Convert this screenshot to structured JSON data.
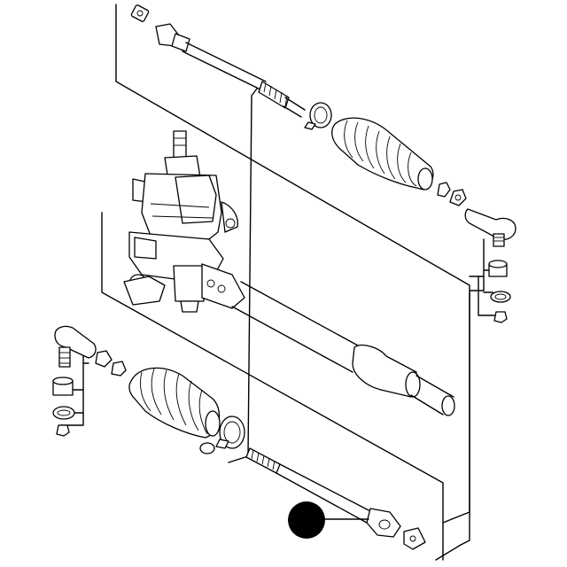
{
  "diagram": {
    "type": "exploded-parts-diagram",
    "subject": "steering-rack-assembly",
    "callouts": [
      {
        "id": "callout-1",
        "style": "filled-circle",
        "label": "",
        "points_to": "tie-rod-lower"
      }
    ],
    "colors": {
      "line": "#000000",
      "background": "#ffffff"
    }
  }
}
